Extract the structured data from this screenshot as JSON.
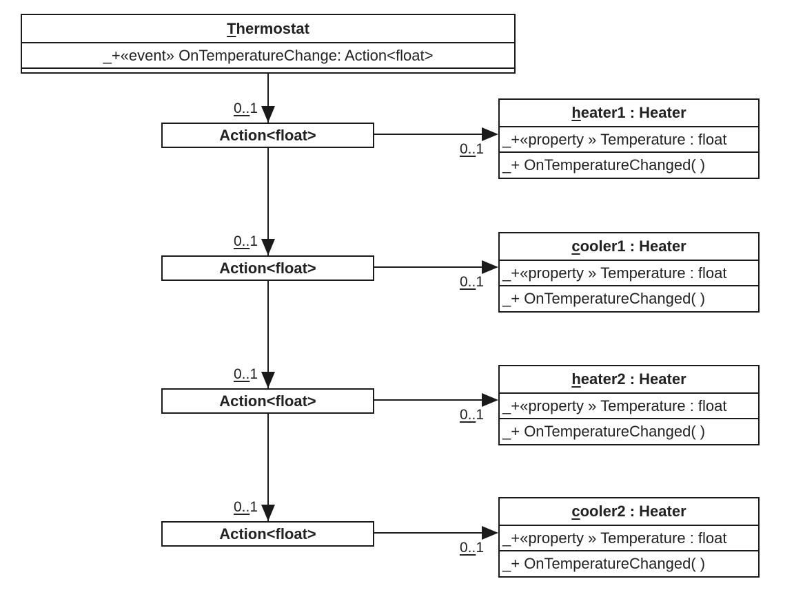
{
  "thermostat": {
    "title": "Thermostat",
    "attribute": "_+«event» OnTemperatureChange: Action<float>"
  },
  "action_box_label": "Action<float>",
  "multiplicity_label": "0..1",
  "instances": [
    {
      "title": "heater1 : Heater",
      "attribute": "_+«property » Temperature : float",
      "operation": "_+ OnTemperatureChanged( )"
    },
    {
      "title": "cooler1 : Heater",
      "attribute": "_+«property » Temperature : float",
      "operation": "_+ OnTemperatureChanged( )"
    },
    {
      "title": "heater2 : Heater",
      "attribute": "_+«property » Temperature : float",
      "operation": "_+ OnTemperatureChanged( )"
    },
    {
      "title": "cooler2 : Heater",
      "attribute": "_+«property » Temperature : float",
      "operation": "_+ OnTemperatureChanged( )"
    }
  ],
  "colors": {
    "line": "#1a1a1a",
    "text": "#222222",
    "background": "#ffffff",
    "box_fill": "#ffffff"
  }
}
